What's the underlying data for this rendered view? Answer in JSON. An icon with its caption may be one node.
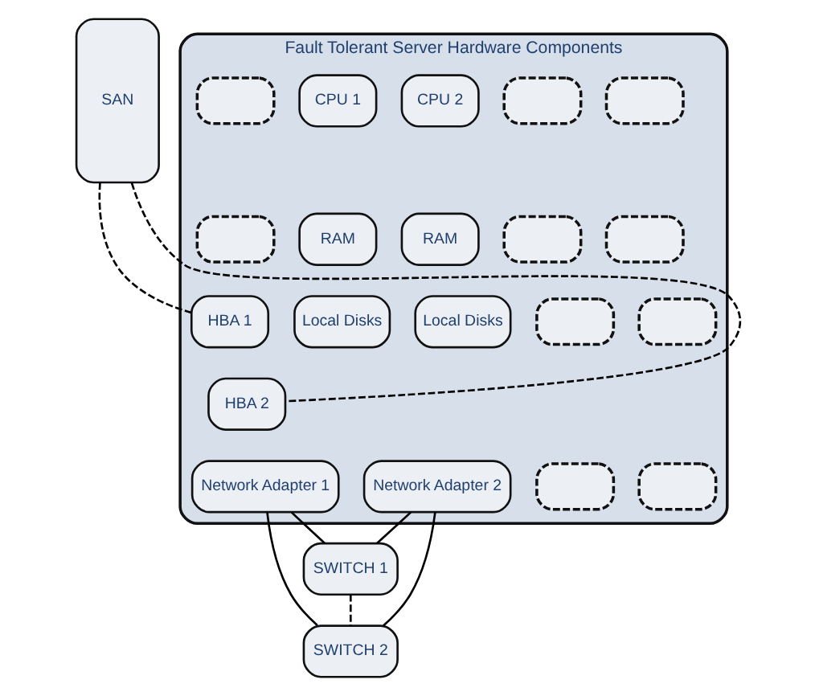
{
  "diagram": {
    "nodes": [
      {
        "text": [
          "SAN"
        ]
      },
      {
        "text": [
          "Fault Tolerant Server Hardware Components"
        ]
      },
      {
        "text": [],
        "shape": "box",
        "in": 1
      },
      {
        "text": [
          "CPU 1"
        ],
        "in": 1
      },
      {
        "text": [
          "CPU 2"
        ],
        "in": 1
      },
      {
        "text": [],
        "shape": "box",
        "in": 1
      },
      {
        "text": [],
        "shape": "box",
        "in": 1
      },
      {
        "text": [],
        "shape": "box",
        "in": 1
      },
      {
        "text": [
          "RAM"
        ],
        "in": 1
      },
      {
        "text": [
          "RAM"
        ],
        "in": 1
      },
      {
        "text": [],
        "shape": "box",
        "in": 1
      },
      {
        "text": [],
        "shape": "box",
        "in": 1
      },
      {
        "text": [
          "HBA 1"
        ],
        "in": 1
      },
      {
        "text": [
          "Local Disks"
        ],
        "in": 1
      },
      {
        "text": [
          "Local Disks"
        ],
        "in": 1
      },
      {
        "text": [],
        "shape": "box",
        "in": 1
      },
      {
        "text": [],
        "shape": "box",
        "in": 1
      },
      {
        "text": [
          "HBA 2"
        ],
        "in": 1
      },
      {
        "text": [
          "Network Adapter 1"
        ],
        "in": 1
      },
      {
        "text": [
          "Network Adapter 2"
        ],
        "in": 1
      },
      {
        "text": [],
        "shape": "box",
        "in": 1
      },
      {
        "text": [],
        "shape": "box",
        "in": 1
      },
      {
        "text": [
          "SWITCH 1"
        ]
      },
      {
        "text": [
          "SWITCH 2"
        ]
      }
    ],
    "edges": [
      {
        "from": 0,
        "to": 12,
        "arrow": "none",
        "style": "dashed"
      },
      {
        "from": 0,
        "to": 17,
        "arrow": "none",
        "style": "dashed"
      },
      {
        "from": 18,
        "to": 22,
        "arrow": "none"
      },
      {
        "from": 18,
        "to": 23,
        "arrow": "none"
      },
      {
        "from": 19,
        "to": 22,
        "arrow": "none"
      },
      {
        "from": 19,
        "to": 23,
        "arrow": "none"
      },
      {
        "from": 22,
        "to": 23,
        "arrow": "none",
        "style": "dashed"
      }
    ]
  }
}
